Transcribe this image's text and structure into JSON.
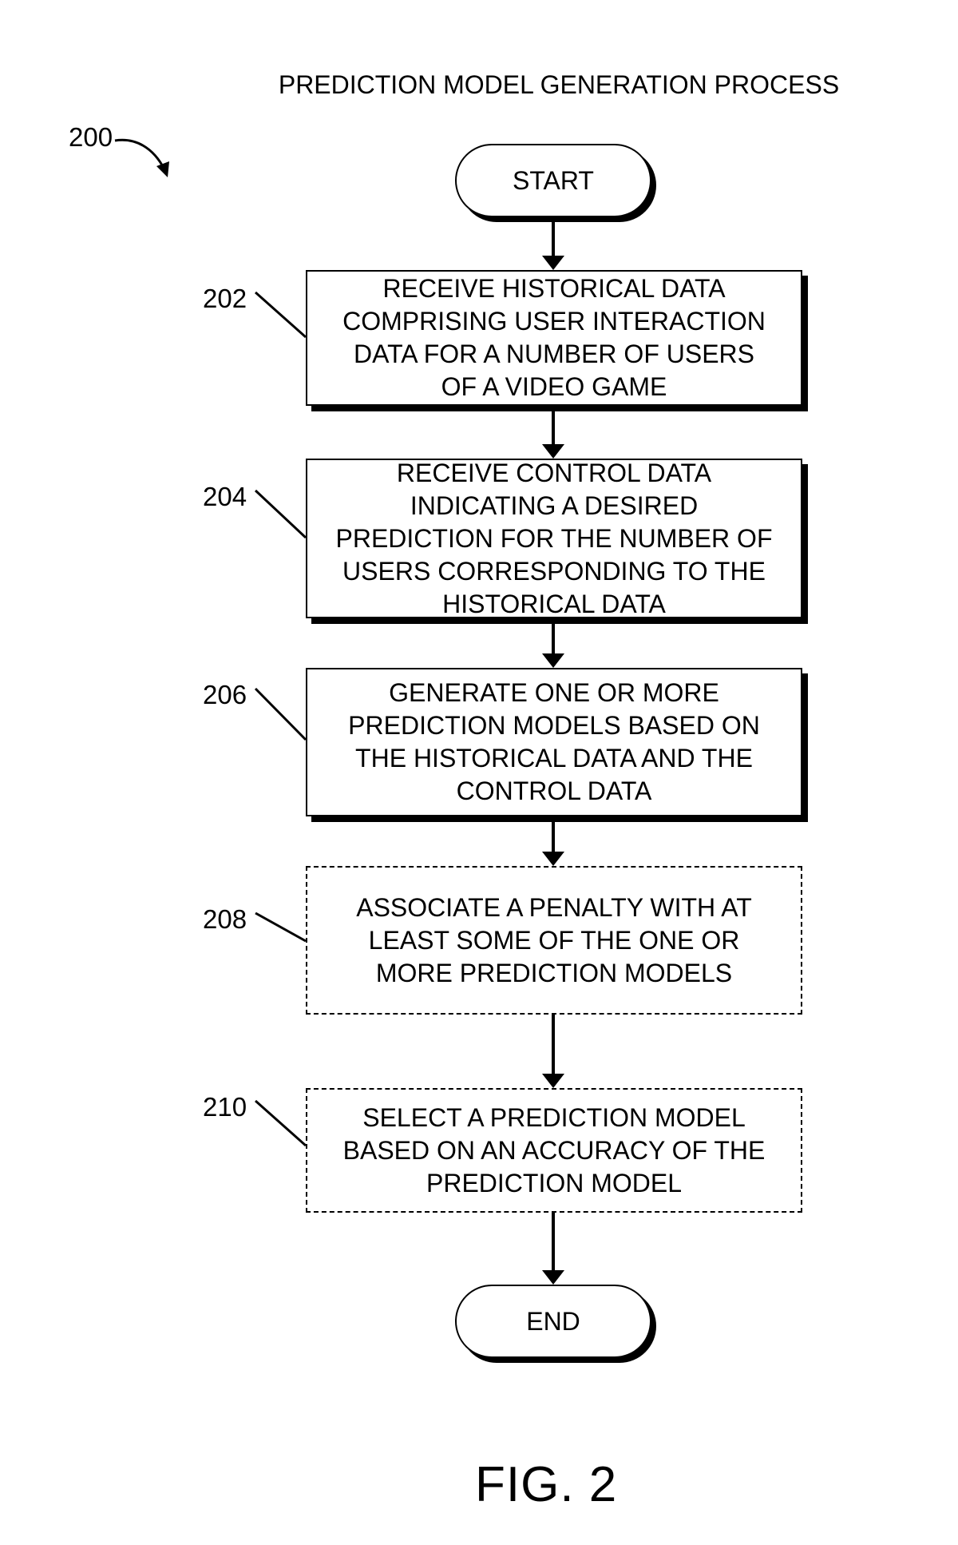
{
  "title": "PREDICTION MODEL GENERATION PROCESS",
  "figure_ref": "200",
  "start_label": "START",
  "end_label": "END",
  "steps": [
    {
      "ref": "202",
      "text": "RECEIVE HISTORICAL DATA\nCOMPRISING USER INTERACTION\nDATA FOR A NUMBER OF USERS\nOF A VIDEO GAME",
      "style": "solid"
    },
    {
      "ref": "204",
      "text": "RECEIVE CONTROL DATA\nINDICATING A DESIRED\nPREDICTION FOR THE NUMBER OF\nUSERS CORRESPONDING TO THE\nHISTORICAL DATA",
      "style": "solid"
    },
    {
      "ref": "206",
      "text": "GENERATE ONE OR MORE\nPREDICTION MODELS BASED ON\nTHE HISTORICAL DATA AND THE\nCONTROL DATA",
      "style": "solid"
    },
    {
      "ref": "208",
      "text": "ASSOCIATE A PENALTY WITH AT\nLEAST SOME OF THE ONE OR\nMORE PREDICTION MODELS",
      "style": "dashed"
    },
    {
      "ref": "210",
      "text": "SELECT A PREDICTION MODEL\nBASED ON AN ACCURACY OF THE\nPREDICTION MODEL",
      "style": "dashed"
    }
  ],
  "caption": "FIG. 2"
}
